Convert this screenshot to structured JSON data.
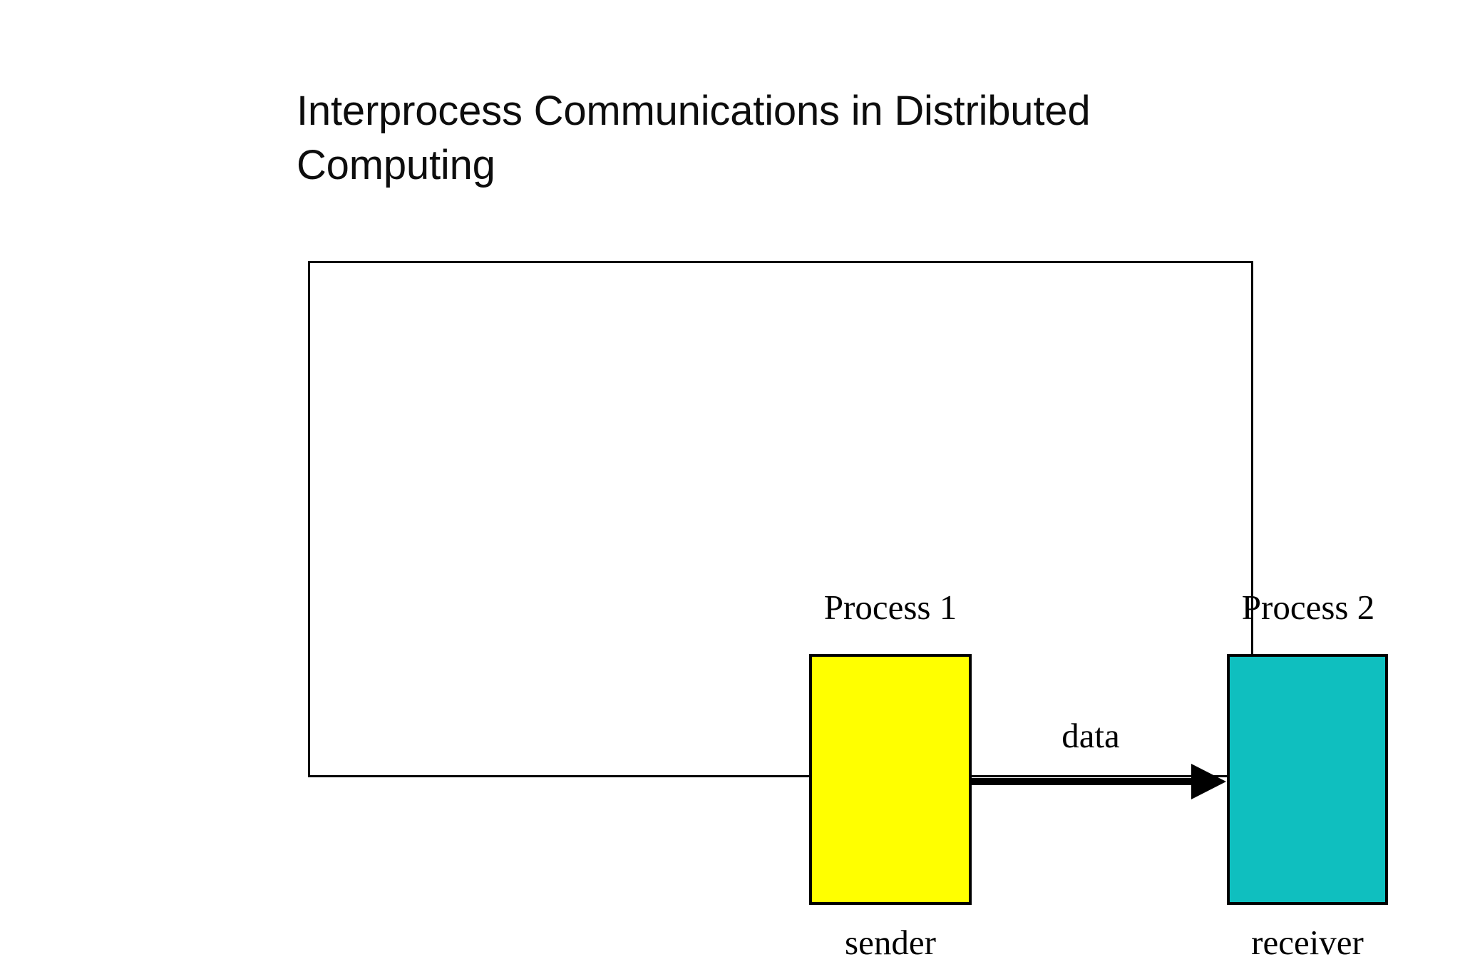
{
  "slide": {
    "title": "Interprocess Communications in Distributed\nComputing",
    "background_color": "#FFFFFF"
  },
  "diagram": {
    "frame": {
      "border_color": "#000000",
      "fill_color": "#FFFFFF"
    },
    "nodes": [
      {
        "id": "process-1",
        "label": "Process 1",
        "caption": "sender",
        "fill_color": "#FFFF00",
        "border_color": "#000000"
      },
      {
        "id": "process-2",
        "label": "Process 2",
        "caption": "receiver",
        "fill_color": "#0FBFBF",
        "border_color": "#000000"
      }
    ],
    "connector": {
      "label": "data",
      "direction": "left-to-right",
      "from": "process-1",
      "to": "process-2",
      "color": "#000000",
      "arrowhead": "solid-triangle"
    }
  }
}
